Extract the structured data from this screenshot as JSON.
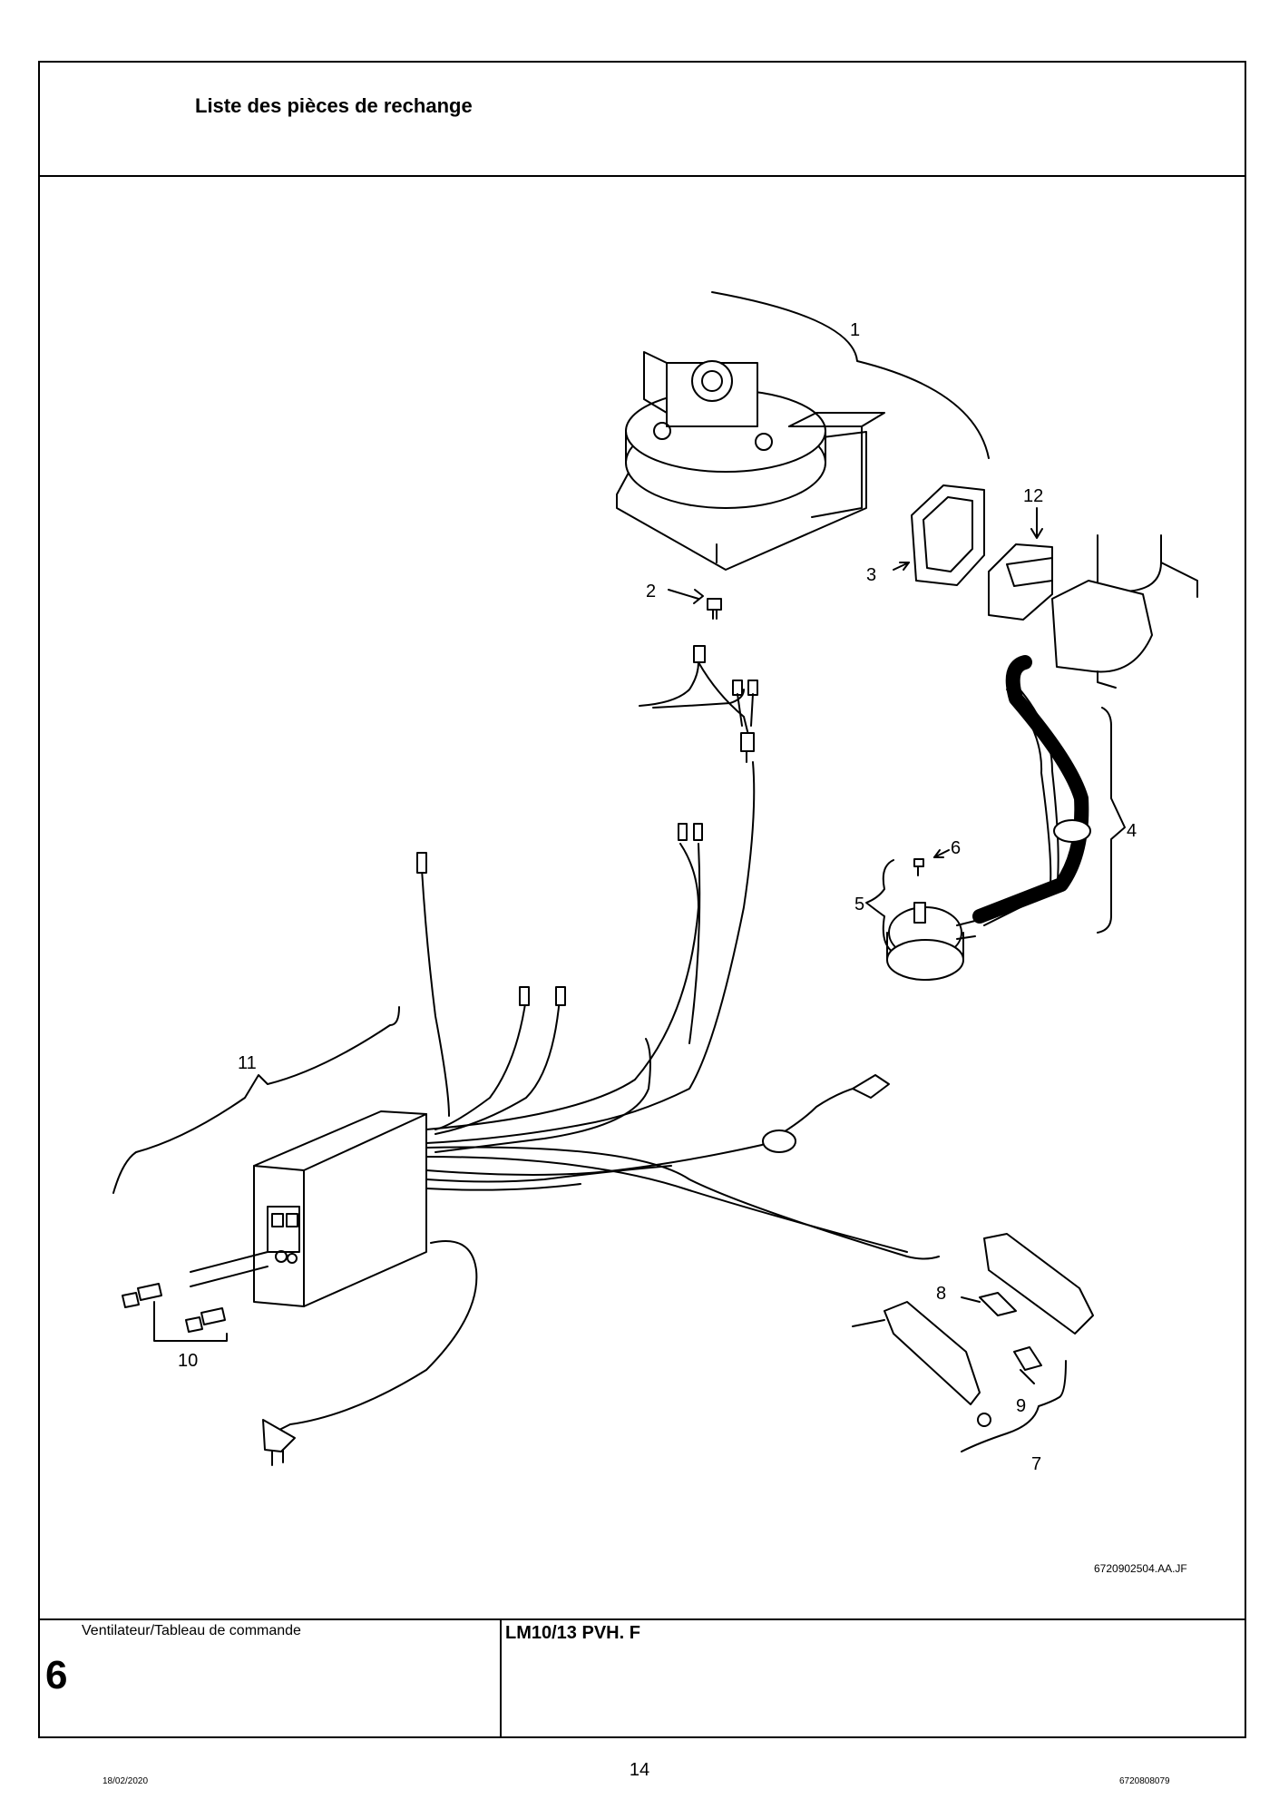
{
  "header": {
    "title": "Liste des pièces de rechange"
  },
  "diagram": {
    "callouts": {
      "c1": "1",
      "c2": "2",
      "c3": "3",
      "c4": "4",
      "c5": "5",
      "c6": "6",
      "c7": "7",
      "c8": "8",
      "c9": "9",
      "c10": "10",
      "c11": "11",
      "c12": "12"
    },
    "figure_ref": "6720902504.AA.JF"
  },
  "footer": {
    "section_title": "Ventilateur/Tableau de commande",
    "section_number": "6",
    "model": "LM10/13 PVH. F",
    "page_number": "14",
    "date": "18/02/2020",
    "doc_number": "6720808079"
  }
}
